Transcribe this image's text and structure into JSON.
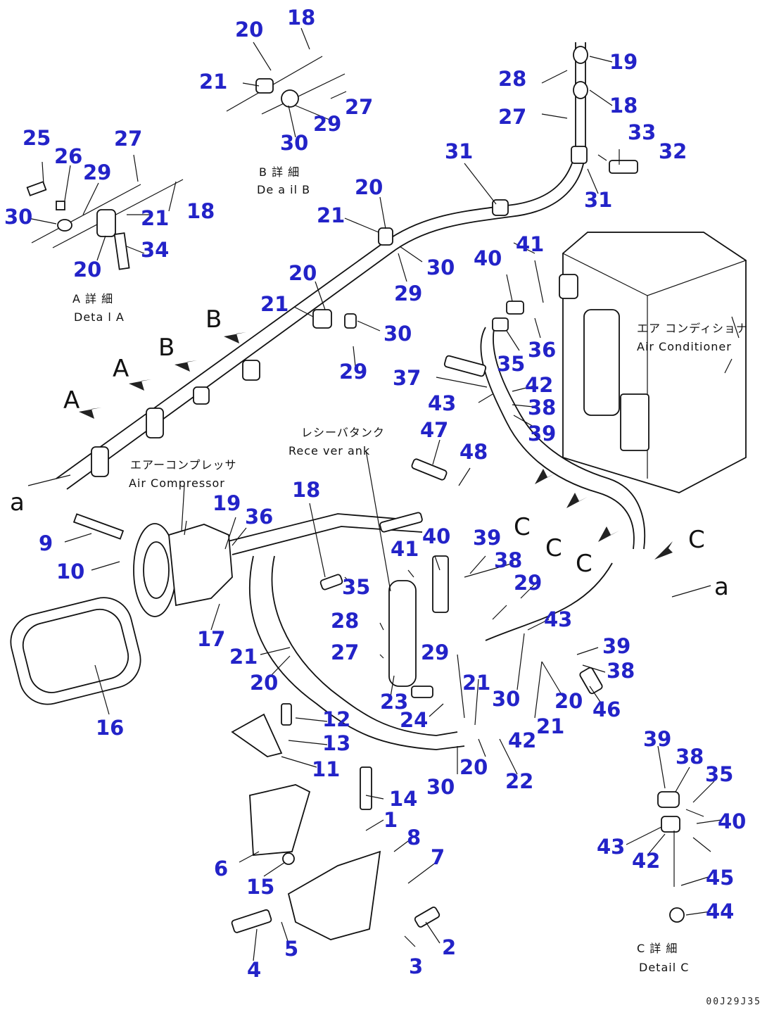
{
  "diagram": {
    "part_numbers": [
      "1",
      "2",
      "3",
      "4",
      "5",
      "6",
      "7",
      "8",
      "9",
      "10",
      "11",
      "12",
      "13",
      "14",
      "15",
      "16",
      "17",
      "18",
      "19",
      "20",
      "21",
      "22",
      "23",
      "24",
      "25",
      "26",
      "27",
      "28",
      "29",
      "30",
      "31",
      "32",
      "33",
      "34",
      "35",
      "36",
      "37",
      "38",
      "39",
      "40",
      "41",
      "42",
      "43",
      "44",
      "45",
      "46",
      "47",
      "48"
    ],
    "view_letters": {
      "a": "a",
      "A": "A",
      "B": "B",
      "C": "C"
    },
    "captions": {
      "detail_a_jp": "A 詳 細",
      "detail_a_en": "Deta l A",
      "detail_b_jp": "B 詳 細",
      "detail_b_en": "De a il B",
      "detail_c_jp": "C 詳 細",
      "detail_c_en": "Detail C",
      "aircon_jp": "エア コンディショナ",
      "aircon_en": "Air Conditioner",
      "compressor_jp": "エアーコンプレッサ",
      "compressor_en": "Air Compressor",
      "receiver_jp": "レシーバタンク",
      "receiver_en": "Rece ver  ank"
    },
    "drawing_code": "00J29J35"
  }
}
